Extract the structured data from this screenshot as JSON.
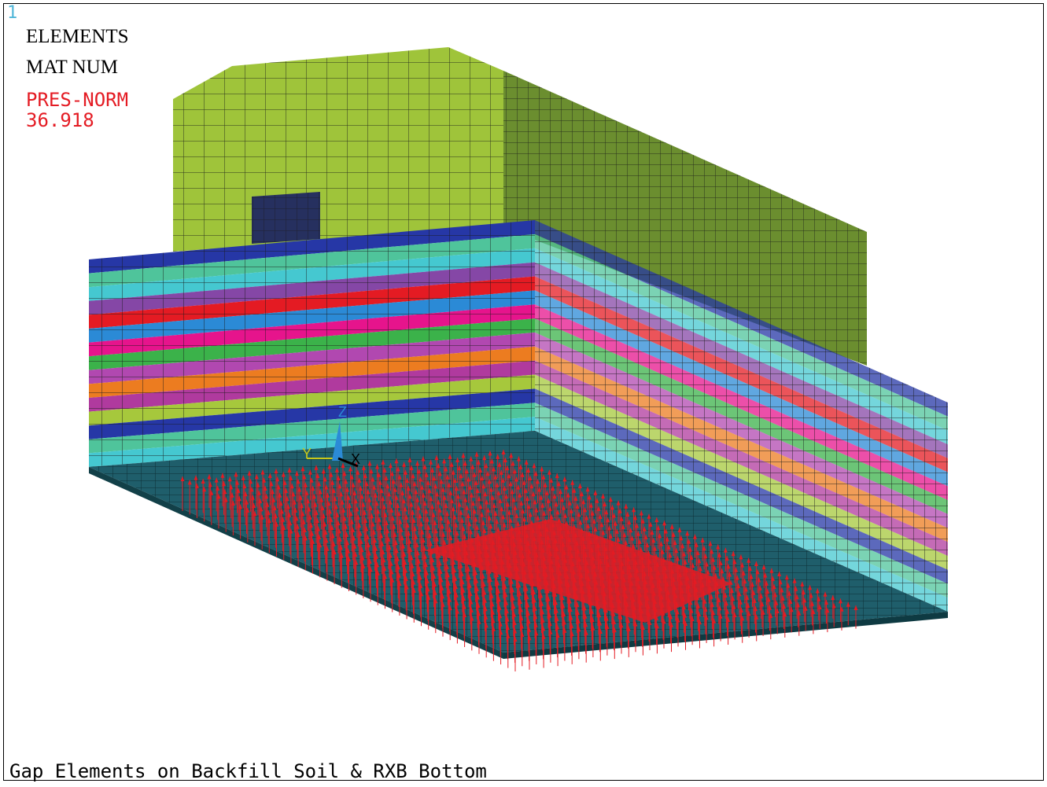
{
  "window": {
    "number": "1"
  },
  "legend": {
    "line1": "ELEMENTS",
    "line2": "MAT  NUM",
    "pressure_label": "PRES-NORM",
    "pressure_value": "36.918"
  },
  "axes": {
    "x_label": "X",
    "y_label": "Y",
    "z_label": "Z"
  },
  "footer": {
    "title": "Gap Elements on Backfill Soil & RXB Bottom"
  },
  "colors": {
    "upper_front": "#9fc43a",
    "upper_side": "#6b8e2f",
    "opening": "#26305f",
    "base_top": "#1f5e6b",
    "pressure": "#e41b23",
    "layer_bands": [
      "#2637a6",
      "#4fc49b",
      "#45c8d0",
      "#8547a6",
      "#e41b23",
      "#2b8ad6",
      "#e6148c",
      "#3bb24a",
      "#b148b0",
      "#ec7c20",
      "#b03a9e",
      "#a6c83c",
      "#2637a6",
      "#4fc49b",
      "#45c8d0"
    ]
  }
}
